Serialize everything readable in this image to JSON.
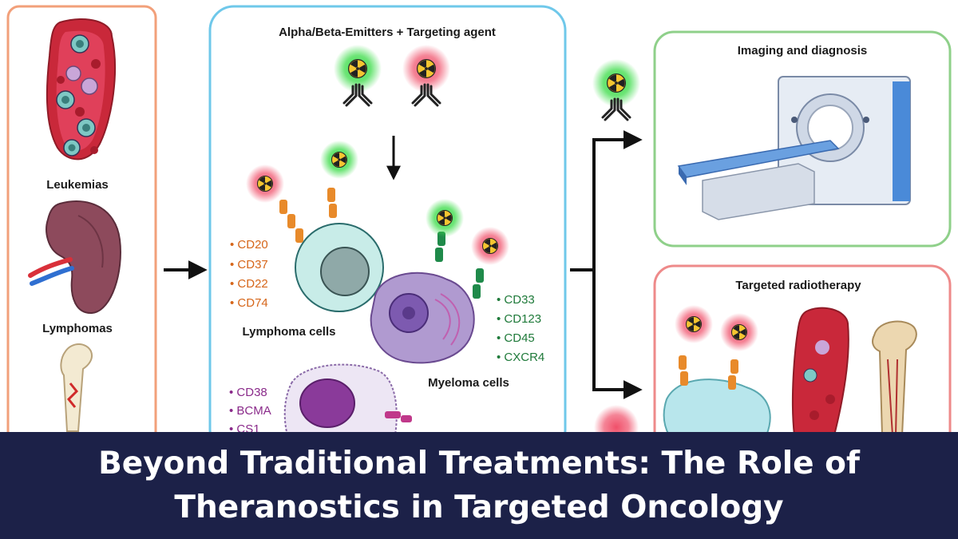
{
  "diagram": {
    "left_panel": {
      "leukemias_label": "Leukemias",
      "lymphomas_label": "Lymphomas"
    },
    "center_panel": {
      "title": "Alpha/Beta-Emitters + Targeting agent",
      "lymphoma_markers": [
        "CD20",
        "CD37",
        "CD22",
        "CD74"
      ],
      "lymphoma_label": "Lymphoma cells",
      "myeloma_markers": [
        "CD33",
        "CD123",
        "CD45",
        "CXCR4"
      ],
      "myeloma_label": "Myeloma cells",
      "plasma_markers": [
        "CD38",
        "BCMA",
        "CS1"
      ]
    },
    "imaging_panel": {
      "title": "Imaging and diagnosis"
    },
    "therapy_panel": {
      "title": "Targeted radiotherapy"
    }
  },
  "banner": {
    "title": "Beyond Traditional Treatments: The Role of Theranostics in Targeted Oncology"
  },
  "colors": {
    "banner_bg": "#1c2148",
    "left_border": "#f2a07a",
    "center_border": "#6fc8ea",
    "imaging_border": "#8fd08a",
    "therapy_border": "#ee8a8a",
    "green_glow": "#3ddc4a",
    "red_glow": "#f0506a",
    "marker_orange": "#d6661a",
    "marker_green": "#1f7a3a",
    "marker_purple": "#8a2a8a"
  },
  "icons": [
    "radiation-symbol-icon",
    "antibody-icon",
    "scanner-icon",
    "blood-vessel-icon",
    "kidney-icon",
    "bone-icon",
    "arrow-icon"
  ]
}
